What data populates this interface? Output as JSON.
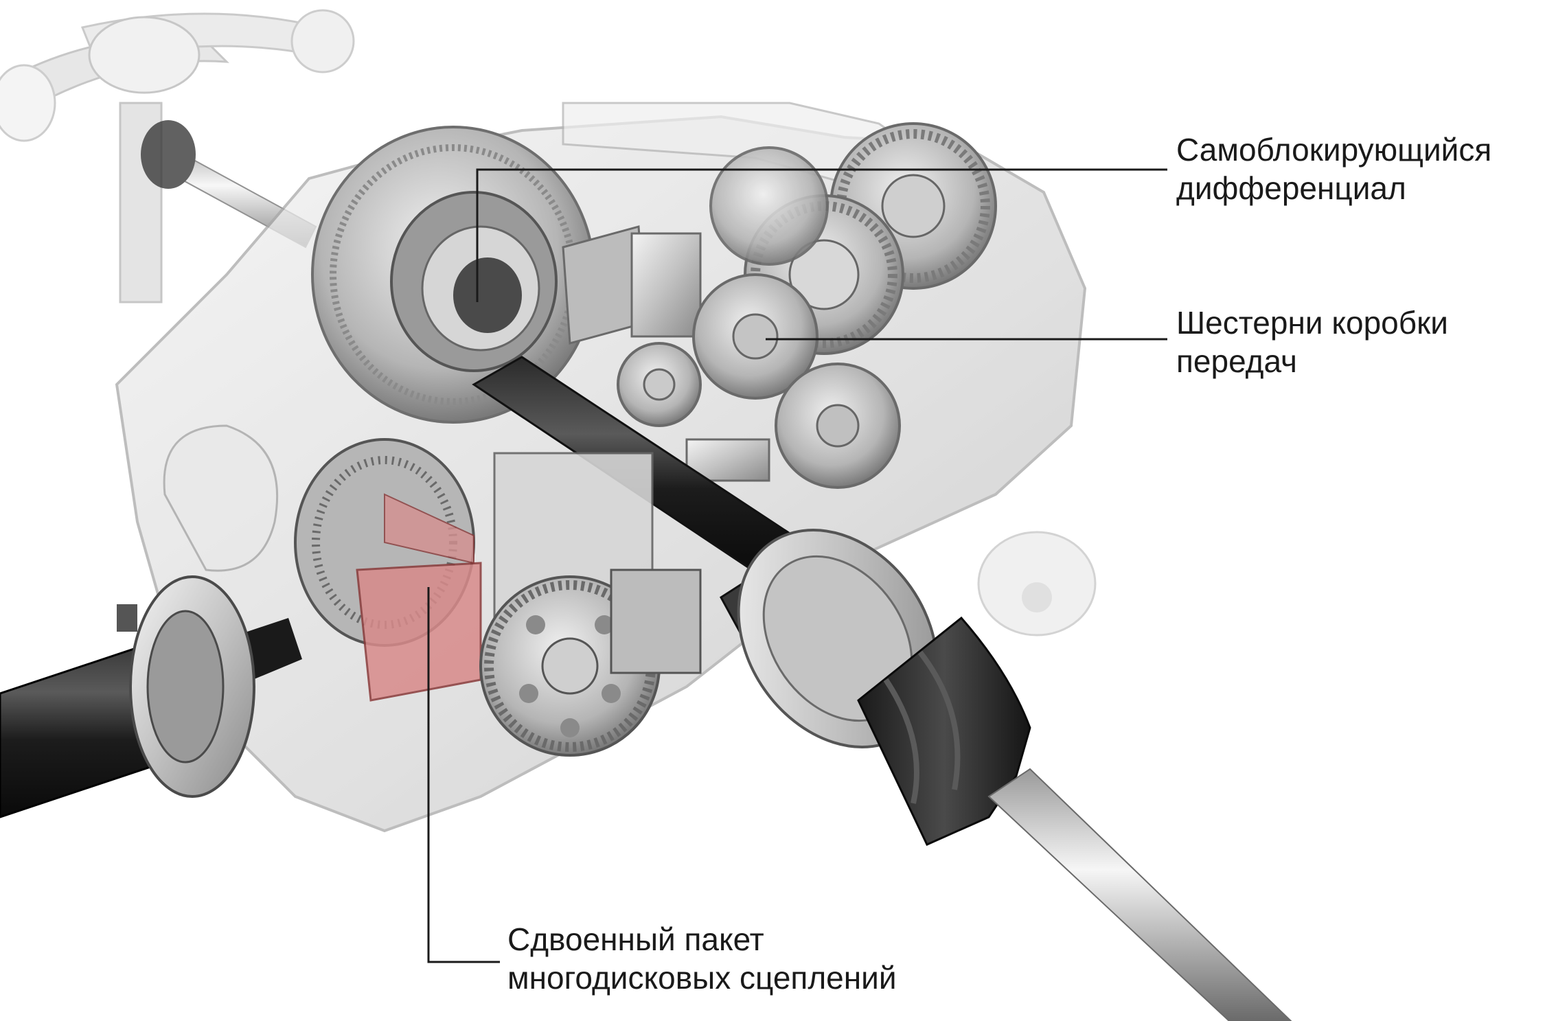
{
  "callouts": {
    "differential": {
      "line1": "Самоблокирующийся",
      "line2": "дифференциал"
    },
    "gears": {
      "line1": "Шестерни коробки",
      "line2": "передач"
    },
    "clutch": {
      "line1": "Сдвоенный пакет",
      "line2": "многодисковых сцеплений"
    }
  },
  "colors": {
    "background": "#ffffff",
    "text": "#1a1a1a",
    "leader_line": "#1a1a1a",
    "metal_light": "#e8e8e8",
    "metal_mid": "#b8b8b8",
    "metal_dark": "#4a4a4a",
    "clutch_highlight": "#d88a8a"
  }
}
